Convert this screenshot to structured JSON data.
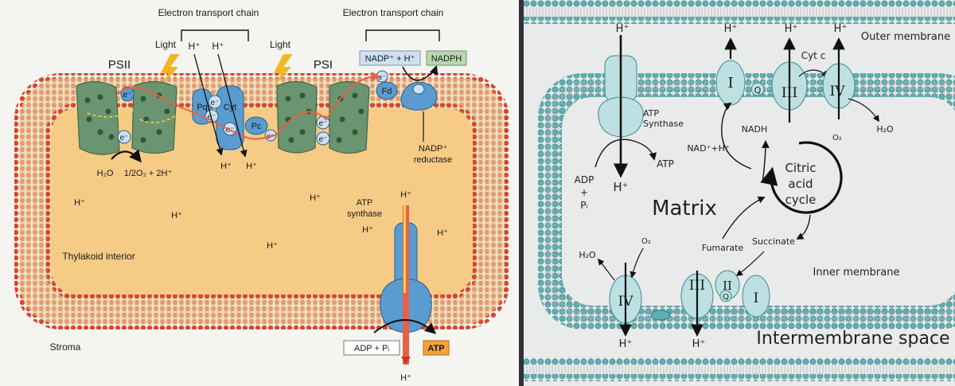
{
  "left_panel": {
    "etc_label_1": "Electron transport chain",
    "etc_label_2": "Electron transport chain",
    "light_1": "Light",
    "light_2": "Light",
    "psii": "PSII",
    "psi": "PSI",
    "h_plus": "H⁺",
    "e_minus": "e⁻",
    "pq": "Pq",
    "cyt": "Cyt",
    "pc": "Pc",
    "fd": "Fd",
    "nadp_h": "NADP⁺ + H⁺",
    "nadph": "NADPH",
    "nadp_reductase_1": "NADP⁺",
    "nadp_reductase_2": "reductase",
    "water_split_a": "H₂O",
    "water_split_b": "1/2O₂ + 2H⁺",
    "atp_synthase_1": "ATP",
    "atp_synthase_2": "synthase",
    "thylakoid_interior": "Thylakoid interior",
    "stroma": "Stroma",
    "adp_pi": "ADP + Pᵢ",
    "atp": "ATP"
  },
  "right_panel": {
    "outer_membrane": "Outer membrane",
    "inner_membrane": "Inner membrane",
    "intermembrane_space": "Intermembrane space",
    "matrix": "Matrix",
    "atp_synthase_1": "ATP",
    "atp_synthase_2": "Synthase",
    "h_plus": "H⁺",
    "atp": "ATP",
    "adp_1": "ADP",
    "adp_2": "+",
    "adp_3": "Pᵢ",
    "nadh": "NADH",
    "nad_h": "NAD⁺+H⁺",
    "cyt_c": "Cyt c",
    "h2o": "H₂O",
    "o2": "O₂",
    "citric_1": "Citric",
    "citric_2": "acid",
    "citric_3": "cycle",
    "fumarate": "Fumarate",
    "succinate": "Succinate",
    "complex_i": "I",
    "complex_ii": "II",
    "complex_iii": "III",
    "complex_iv": "IV",
    "q": "Q"
  },
  "colors": {
    "left_bg": "#f3f3f0",
    "thylakoid_fill": "#f5cb86",
    "membrane_head": "#e05a3a",
    "psii_green": "#6b9470",
    "carrier_blue": "#5a9ccf",
    "nadp_box": "#cfe0f1",
    "nadph_box": "#b9d6b2",
    "atp_box": "#f3a33a",
    "right_bg": "#e9eaea",
    "mito_head": "#5fb0b4",
    "complex_fill": "#bde0e3"
  }
}
